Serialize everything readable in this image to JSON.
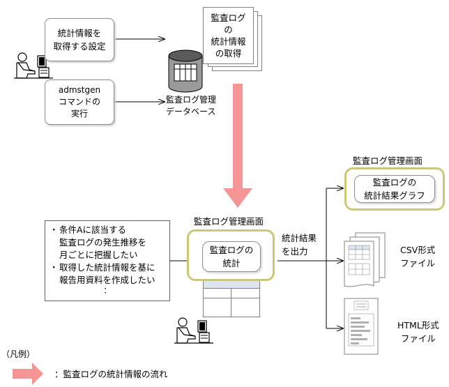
{
  "settings_box": {
    "lines": [
      "統計情報を",
      "取得する設定"
    ]
  },
  "command_box": {
    "lines": [
      "admstgen",
      "コマンドの",
      "実行"
    ]
  },
  "collect_doc": {
    "lines": [
      "監査ログ",
      "の",
      "統計情報",
      "の取得"
    ]
  },
  "database": {
    "lines": [
      "監査ログ管理",
      "データベース"
    ]
  },
  "screen_center": {
    "title": "監査ログ管理画面",
    "inner_lines": [
      "監査ログの",
      "統計"
    ]
  },
  "screen_right": {
    "title": "監査ログ管理画面",
    "inner_lines": [
      "監査ログの",
      "統計結果グラフ"
    ]
  },
  "output_label": {
    "lines": [
      "統計結果",
      "を出力"
    ]
  },
  "csv_file": {
    "lines": [
      "CSV形式",
      "ファイル"
    ]
  },
  "html_file": {
    "lines": [
      "HTML形式",
      "ファイル"
    ]
  },
  "notes": {
    "items": [
      {
        "bullet": "・",
        "lines": [
          "条件Aに該当する",
          "監査ログの発生推移を",
          "月ごとに把握したい"
        ]
      },
      {
        "bullet": "・",
        "lines": [
          "取得した統計情報を基に",
          "報告用資料を作成したい"
        ]
      }
    ],
    "ellipsis": "："
  },
  "legend": {
    "title": "（凡例）",
    "description": "：監査ログの統計情報の流れ",
    "arrow_color": "#f59595"
  },
  "colors": {
    "flow_arrow": "#f59595",
    "screen_frame": "#c8c878",
    "table_header": "#dde6ee"
  }
}
